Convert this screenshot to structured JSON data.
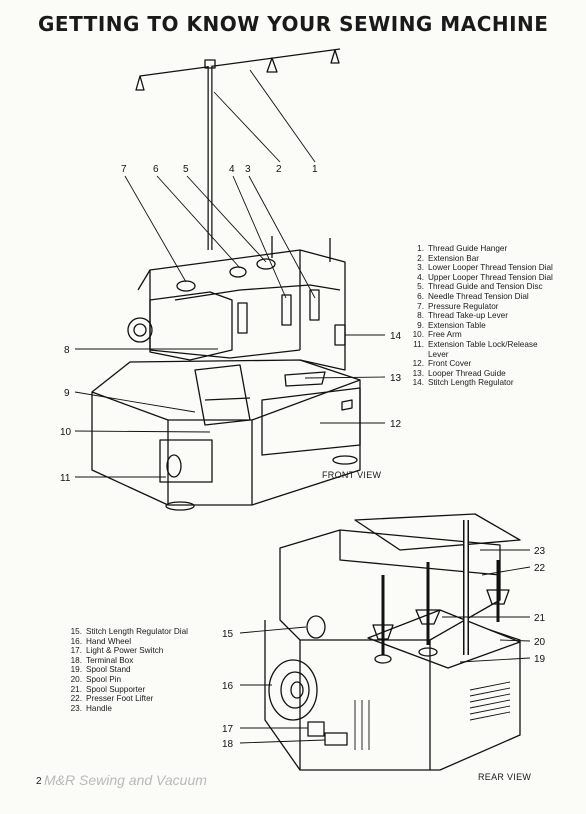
{
  "title": "GETTING TO KNOW YOUR SEWING MACHINE",
  "front": {
    "view_label": "FRONT VIEW",
    "callouts": [
      "1",
      "2",
      "3",
      "4",
      "5",
      "6",
      "7",
      "8",
      "9",
      "10",
      "11",
      "12",
      "13",
      "14"
    ],
    "legend": [
      {
        "num": "1.",
        "text": "Thread Guide Hanger"
      },
      {
        "num": "2.",
        "text": "Extension Bar"
      },
      {
        "num": "3.",
        "text": "Lower Looper Thread Tension Dial"
      },
      {
        "num": "4.",
        "text": "Upper Looper Thread Tension Dial"
      },
      {
        "num": "5.",
        "text": "Thread Guide and Tension Disc"
      },
      {
        "num": "6.",
        "text": "Needle Thread Tension Dial"
      },
      {
        "num": "7.",
        "text": "Pressure Regulator"
      },
      {
        "num": "8.",
        "text": "Thread Take-up Lever"
      },
      {
        "num": "9.",
        "text": "Extension Table"
      },
      {
        "num": "10.",
        "text": "Free Arm"
      },
      {
        "num": "11.",
        "text": "Extension Table Lock/Release Lever"
      },
      {
        "num": "12.",
        "text": "Front Cover"
      },
      {
        "num": "13.",
        "text": "Looper Thread Guide"
      },
      {
        "num": "14.",
        "text": "Stitch Length Regulator"
      }
    ]
  },
  "rear": {
    "view_label": "REAR VIEW",
    "callouts": [
      "15",
      "16",
      "17",
      "18",
      "19",
      "20",
      "21",
      "22",
      "23"
    ],
    "legend": [
      {
        "num": "15.",
        "text": "Stitch Length Regulator Dial"
      },
      {
        "num": "16.",
        "text": "Hand Wheel"
      },
      {
        "num": "17.",
        "text": "Light & Power Switch"
      },
      {
        "num": "18.",
        "text": "Terminal Box"
      },
      {
        "num": "19.",
        "text": "Spool Stand"
      },
      {
        "num": "20.",
        "text": "Spool Pin"
      },
      {
        "num": "21.",
        "text": "Spool Supporter"
      },
      {
        "num": "22.",
        "text": "Presser Foot Lifter"
      },
      {
        "num": "23.",
        "text": "Handle"
      }
    ]
  },
  "page_number": "2",
  "watermark": "M&R Sewing and Vacuum"
}
